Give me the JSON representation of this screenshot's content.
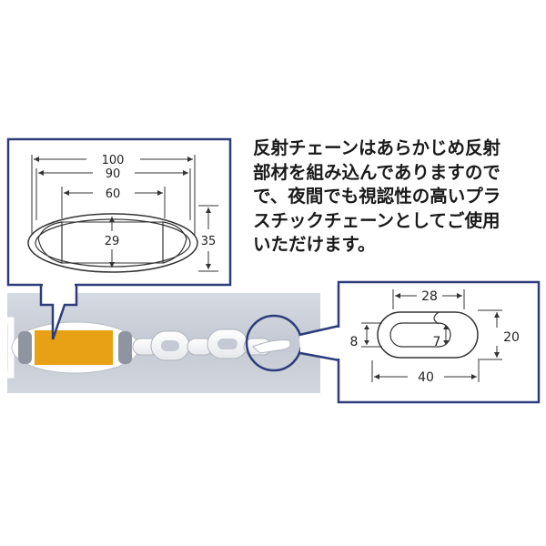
{
  "description": {
    "lines": [
      "反射チェーンはあらかじめ反射",
      "部材を組み込んでありますので",
      "で、夜間でも視認性の高いプラ",
      "スチックチェーンとしてご使用",
      "いただけます。"
    ]
  },
  "reflector_detail": {
    "dim_overall": "100",
    "dim_inner": "90",
    "dim_reflector": "60",
    "dim_inner_height": "29",
    "dim_outer_height": "35"
  },
  "link_detail": {
    "dim_inner_length": "28",
    "dim_thickness": "8",
    "dim_opening": "7",
    "dim_height": "20",
    "dim_length": "40"
  },
  "colors": {
    "panel_border": "#2d3c7a",
    "reflector": "#e8a014",
    "photo_bg": "#c7ccd6",
    "line": "#333333"
  }
}
